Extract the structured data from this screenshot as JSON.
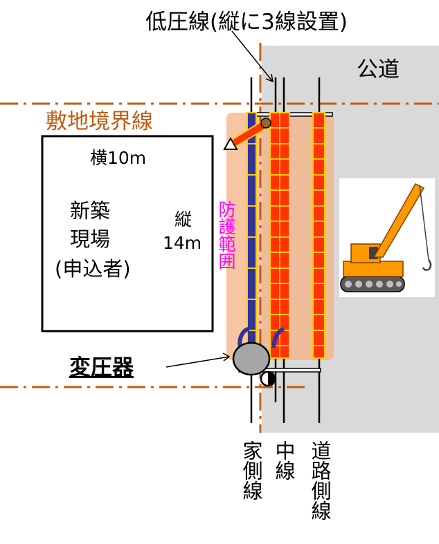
{
  "labels": {
    "low_voltage_line": "低圧線(縦に3線設置)",
    "public_road": "公道",
    "boundary_line": "敷地境界線",
    "site_width": "横10m",
    "site_name_line1": "新築",
    "site_name_line2": "現場",
    "site_name_line3": "(申込者)",
    "site_height_line1": "縦",
    "site_height_line2": "14m",
    "protection_range": "防護範囲",
    "transformer": "変圧器",
    "house_side_line": "家側線",
    "middle_line": "中線",
    "road_side_line": "道路側線"
  },
  "colors": {
    "boundary": "#c55a11",
    "protection_text": "#ff00ff",
    "cover_orange": "#ff3300",
    "cover_border": "#ffcc00",
    "cover_navy": "#333399",
    "road_gray": "#d9d9d9",
    "protection_zone": "#f4b183"
  },
  "icons": {
    "crane": "crane-truck-icon",
    "transformer": "transformer-icon",
    "pole": "utility-pole-icon"
  }
}
